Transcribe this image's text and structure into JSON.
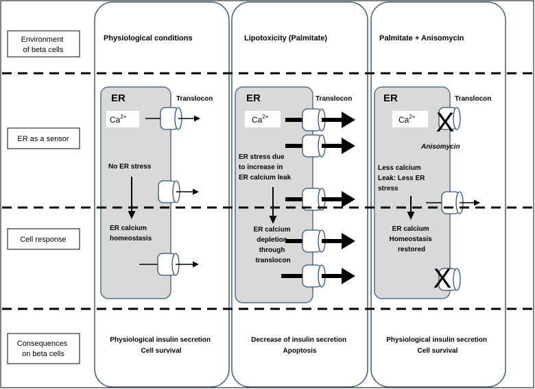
{
  "rows": {
    "environment": [
      "Environment",
      "of beta cells"
    ],
    "sensor": [
      "ER as a sensor"
    ],
    "response": [
      "Cell response"
    ],
    "consequences": [
      "Consequences",
      "on beta cells"
    ]
  },
  "columns": {
    "physiological": {
      "title": "Physiological conditions",
      "er_label": "ER",
      "ca_base": "Ca",
      "ca_sup": "2+",
      "translocon_label": "Translocon",
      "state_text": [
        "No ER stress"
      ],
      "result_text": [
        "ER calcium",
        "homeostasis"
      ],
      "consequence": [
        "Physiological insulin secretion",
        "Cell survival"
      ]
    },
    "lipotoxicity": {
      "title": "Lipotoxicity (Palmitate)",
      "er_label": "ER",
      "ca_base": "Ca",
      "ca_sup": "2+",
      "translocon_label": "Translocon",
      "state_text": [
        "ER stress due",
        "to increase in",
        "ER calcium leak"
      ],
      "result_text": [
        "ER calcium",
        "depletion",
        "through",
        "translocon"
      ],
      "consequence": [
        "Decrease of insulin secretion",
        "Apoptosis"
      ]
    },
    "anisomycin": {
      "title": "Palmitate + Anisomycin",
      "er_label": "ER",
      "ca_base": "Ca",
      "ca_sup": "2+",
      "translocon_label": "Translocon",
      "drug_label": "Anisomycin",
      "block_mark": "X",
      "state_text": [
        "Less calcium",
        "Leak: Less ER",
        "stress"
      ],
      "result_text": [
        "ER calcium",
        "Homeostasis",
        "restored"
      ],
      "consequence": [
        "Physiological insulin secretion",
        "Cell survival"
      ]
    }
  },
  "colors": {
    "er_fill": "#d9d9d9",
    "er_stroke": "#4f6f8f",
    "panel_stroke": "#3a5a7a",
    "translocon_stroke": "#2e5076"
  }
}
